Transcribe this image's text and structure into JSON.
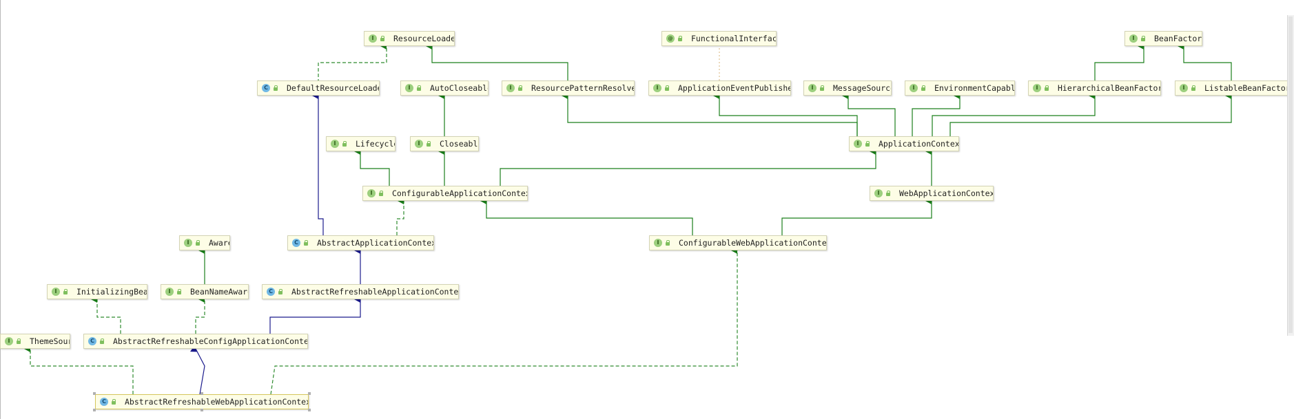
{
  "diagram": {
    "colors": {
      "extends": "#1a1a8c",
      "interface_extends": "#1a7f1a",
      "implements": "#2e8b2e",
      "dependency": "#e0c090",
      "node_fill": "#fdfde6",
      "node_border": "#d3d3b4"
    },
    "nodes": {
      "resource_loader": {
        "label": "ResourceLoader",
        "kind": "interface"
      },
      "functional_interface": {
        "label": "FunctionalInterface",
        "kind": "annotation"
      },
      "bean_factory": {
        "label": "BeanFactory",
        "kind": "interface"
      },
      "default_resource_loader": {
        "label": "DefaultResourceLoader",
        "kind": "class"
      },
      "auto_closeable": {
        "label": "AutoCloseable",
        "kind": "interface"
      },
      "resource_pattern_resolver": {
        "label": "ResourcePatternResolver",
        "kind": "interface"
      },
      "application_event_publisher": {
        "label": "ApplicationEventPublisher",
        "kind": "interface"
      },
      "message_source": {
        "label": "MessageSource",
        "kind": "interface"
      },
      "environment_capable": {
        "label": "EnvironmentCapable",
        "kind": "interface"
      },
      "hierarchical_bean_factory": {
        "label": "HierarchicalBeanFactory",
        "kind": "interface"
      },
      "listable_bean_factory": {
        "label": "ListableBeanFactory",
        "kind": "interface"
      },
      "lifecycle": {
        "label": "Lifecycle",
        "kind": "interface"
      },
      "closeable": {
        "label": "Closeable",
        "kind": "interface"
      },
      "application_context": {
        "label": "ApplicationContext",
        "kind": "interface"
      },
      "configurable_application_context": {
        "label": "ConfigurableApplicationContext",
        "kind": "interface"
      },
      "web_application_context": {
        "label": "WebApplicationContext",
        "kind": "interface"
      },
      "aware": {
        "label": "Aware",
        "kind": "interface"
      },
      "abstract_application_context": {
        "label": "AbstractApplicationContext",
        "kind": "class"
      },
      "configurable_web_application_context": {
        "label": "ConfigurableWebApplicationContext",
        "kind": "interface"
      },
      "initializing_bean": {
        "label": "InitializingBean",
        "kind": "interface"
      },
      "bean_name_aware": {
        "label": "BeanNameAware",
        "kind": "interface"
      },
      "abstract_refreshable_application_context": {
        "label": "AbstractRefreshableApplicationContext",
        "kind": "class"
      },
      "theme_source": {
        "label": "ThemeSource",
        "kind": "interface"
      },
      "abstract_refreshable_config_application_context": {
        "label": "AbstractRefreshableConfigApplicationContext",
        "kind": "class"
      },
      "abstract_refreshable_web_application_context": {
        "label": "AbstractRefreshableWebApplicationContext",
        "kind": "class",
        "selected": true
      }
    },
    "edges": [
      {
        "from": "default_resource_loader",
        "to": "resource_loader",
        "type": "implements"
      },
      {
        "from": "resource_pattern_resolver",
        "to": "resource_loader",
        "type": "interface_extends"
      },
      {
        "from": "application_event_publisher",
        "to": "functional_interface",
        "type": "dependency"
      },
      {
        "from": "hierarchical_bean_factory",
        "to": "bean_factory",
        "type": "interface_extends"
      },
      {
        "from": "listable_bean_factory",
        "to": "bean_factory",
        "type": "interface_extends"
      },
      {
        "from": "closeable",
        "to": "auto_closeable",
        "type": "interface_extends"
      },
      {
        "from": "application_context",
        "to": "resource_pattern_resolver",
        "type": "interface_extends"
      },
      {
        "from": "application_context",
        "to": "application_event_publisher",
        "type": "interface_extends"
      },
      {
        "from": "application_context",
        "to": "message_source",
        "type": "interface_extends"
      },
      {
        "from": "application_context",
        "to": "environment_capable",
        "type": "interface_extends"
      },
      {
        "from": "application_context",
        "to": "hierarchical_bean_factory",
        "type": "interface_extends"
      },
      {
        "from": "application_context",
        "to": "listable_bean_factory",
        "type": "interface_extends"
      },
      {
        "from": "configurable_application_context",
        "to": "lifecycle",
        "type": "interface_extends"
      },
      {
        "from": "configurable_application_context",
        "to": "closeable",
        "type": "interface_extends"
      },
      {
        "from": "configurable_application_context",
        "to": "application_context",
        "type": "interface_extends"
      },
      {
        "from": "web_application_context",
        "to": "application_context",
        "type": "interface_extends"
      },
      {
        "from": "abstract_application_context",
        "to": "default_resource_loader",
        "type": "extends"
      },
      {
        "from": "abstract_application_context",
        "to": "configurable_application_context",
        "type": "implements"
      },
      {
        "from": "configurable_web_application_context",
        "to": "configurable_application_context",
        "type": "interface_extends"
      },
      {
        "from": "configurable_web_application_context",
        "to": "web_application_context",
        "type": "interface_extends"
      },
      {
        "from": "bean_name_aware",
        "to": "aware",
        "type": "interface_extends"
      },
      {
        "from": "abstract_refreshable_application_context",
        "to": "abstract_application_context",
        "type": "extends"
      },
      {
        "from": "abstract_refreshable_config_application_context",
        "to": "initializing_bean",
        "type": "implements"
      },
      {
        "from": "abstract_refreshable_config_application_context",
        "to": "bean_name_aware",
        "type": "implements"
      },
      {
        "from": "abstract_refreshable_config_application_context",
        "to": "abstract_refreshable_application_context",
        "type": "extends"
      },
      {
        "from": "abstract_refreshable_web_application_context",
        "to": "theme_source",
        "type": "implements"
      },
      {
        "from": "abstract_refreshable_web_application_context",
        "to": "abstract_refreshable_config_application_context",
        "type": "extends"
      },
      {
        "from": "abstract_refreshable_web_application_context",
        "to": "configurable_web_application_context",
        "type": "implements"
      }
    ]
  }
}
